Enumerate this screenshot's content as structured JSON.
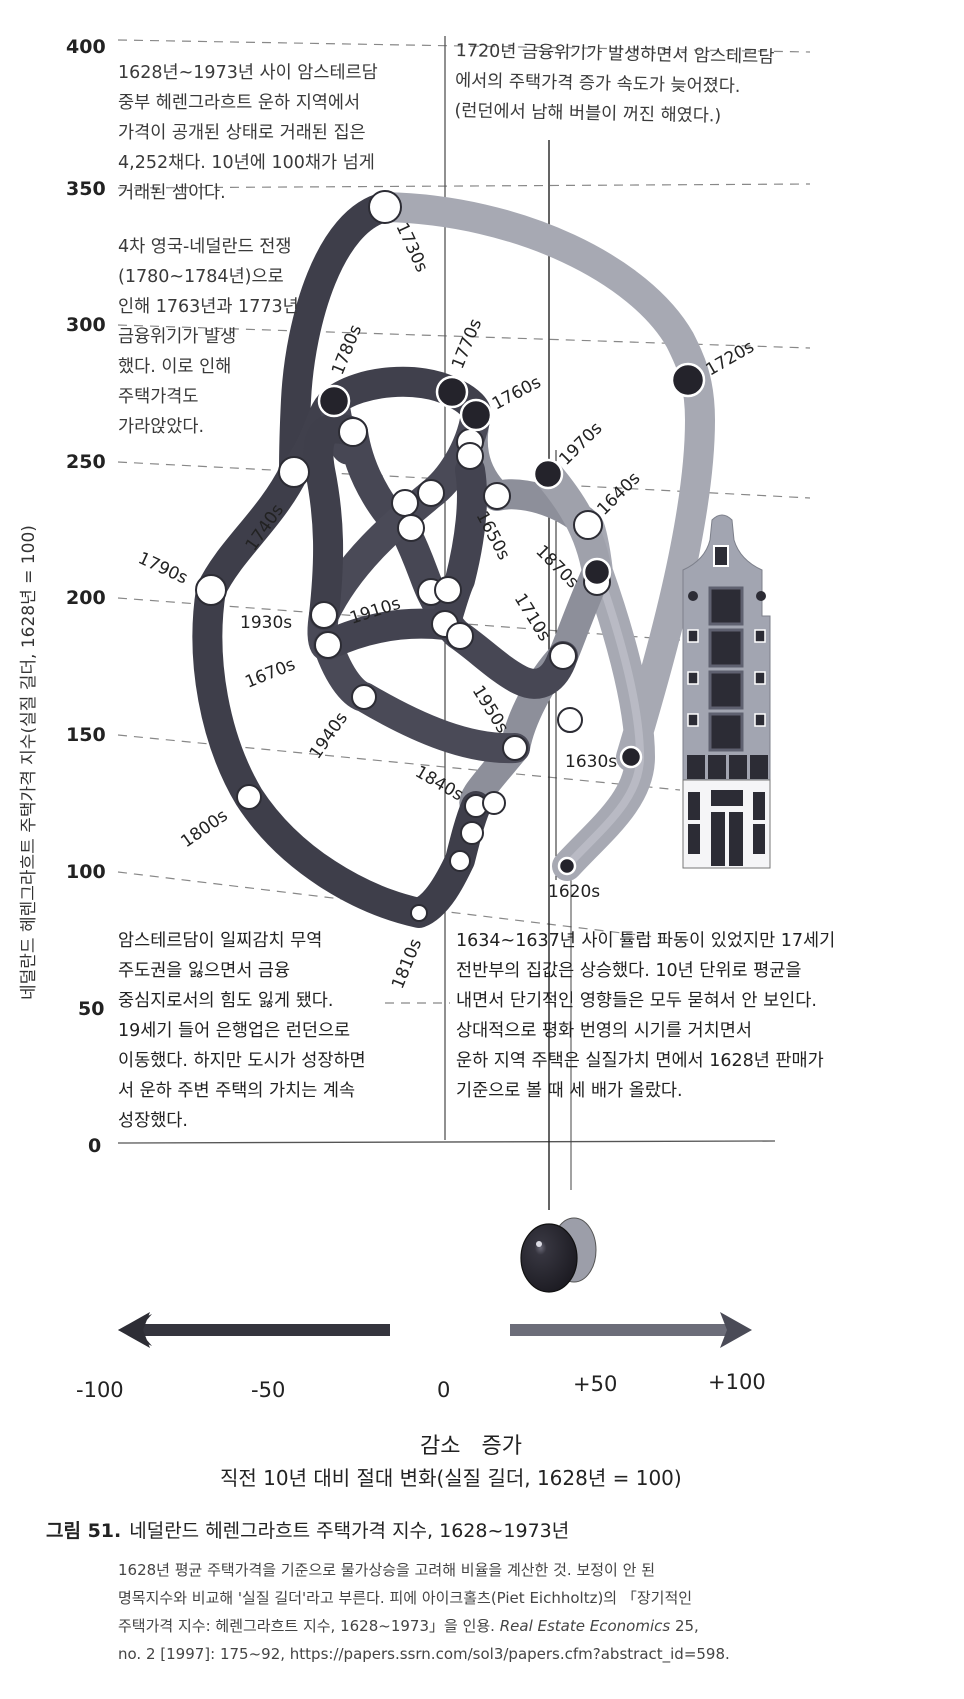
{
  "chart_data": {
    "type": "scatter",
    "subtype": "connected-scatter",
    "title": "네덜란드 헤렌그라흐트 주택가격 지수, 1628~1973년",
    "xlabel": "직전 10년 대비 절대 변화(실질 길더, 1628년 = 100)",
    "ylabel": "네덜란드 헤렌그라흐트 주택가격 지수(실질 길더, 1628년 = 100)",
    "xlim": [
      -100,
      100
    ],
    "ylim": [
      0,
      400
    ],
    "x_ticks": [
      "-100",
      "-50",
      "0",
      "+50",
      "+100"
    ],
    "y_ticks": [
      "0",
      "50",
      "100",
      "150",
      "200",
      "250",
      "300",
      "350",
      "400"
    ],
    "grid": "horizontal dashed at 100, 150, 200, 250, 300, 350, 400",
    "direction_labels": {
      "left": "감소",
      "right": "증가"
    },
    "points": [
      {
        "label": "1620s",
        "x": 38,
        "y": 102,
        "marker": "dark"
      },
      {
        "label": "1630s",
        "x": 58,
        "y": 142,
        "marker": "dark"
      },
      {
        "label": "1640s",
        "x": 45,
        "y": 227,
        "marker": "light"
      },
      {
        "label": "1650s",
        "x": 17,
        "y": 238,
        "marker": "light"
      },
      {
        "label": "1670s",
        "x": -38,
        "y": 182,
        "marker": "light"
      },
      {
        "label": "1710s",
        "x": 38,
        "y": 176,
        "marker": "light"
      },
      {
        "label": "1720s",
        "x": 77,
        "y": 281,
        "marker": "dark"
      },
      {
        "label": "1730s",
        "x": -19,
        "y": 346,
        "marker": "light"
      },
      {
        "label": "1740s",
        "x": -48,
        "y": 249,
        "marker": "light"
      },
      {
        "label": "1760s",
        "x": 10,
        "y": 269,
        "marker": "dark"
      },
      {
        "label": "1770s",
        "x": 2,
        "y": 277,
        "marker": "dark"
      },
      {
        "label": "1780s",
        "x": -35,
        "y": 273,
        "marker": "dark"
      },
      {
        "label": "1790s",
        "x": -74,
        "y": 204,
        "marker": "light"
      },
      {
        "label": "1800s",
        "x": -62,
        "y": 128,
        "marker": "light"
      },
      {
        "label": "1810s",
        "x": -8,
        "y": 87,
        "marker": "light"
      },
      {
        "label": "1840s",
        "x": 10,
        "y": 124,
        "marker": "light"
      },
      {
        "label": "1870s",
        "x": 48,
        "y": 210,
        "marker": "dark"
      },
      {
        "label": "1910s",
        "x": -5,
        "y": 202,
        "marker": "light"
      },
      {
        "label": "1930s",
        "x": -38,
        "y": 194,
        "marker": "light"
      },
      {
        "label": "1940s",
        "x": -25,
        "y": 164,
        "marker": "light"
      },
      {
        "label": "1950s",
        "x": 22,
        "y": 146,
        "marker": "light"
      },
      {
        "label": "1970s",
        "x": 32,
        "y": 246,
        "marker": "dark"
      }
    ],
    "annotations": [
      "1628년~1973년 사이 암스테르담 중부 헤렌그라흐트 운하 지역에서 가격이 공개된 상태로 거래된 집은 4,252채다. 10년에 100채가 넘게 거래된 셈이다.",
      "1720년 금융위기가 발생하면서 암스테르담에서의 주택가격 증가 속도가 늦어졌다. (런던에서 남해 버블이 꺼진 해였다.)",
      "4차 영국-네덜란드 전쟁(1780~1784년)으로 인해 1763년과 1773년 금융위기가 발생했다. 이로 인해 주택가격도 가라앉았다.",
      "암스테르담이 일찌감치 무역 주도권을 잃으면서 금융 중심지로서의 힘도 잃게 됐다. 19세기 들어 은행업은 런던으로 이동했다. 하지만 도시가 성장하면서 운하 주변 주택의 가치는 계속 성장했다.",
      "1634~1637년 사이 튤립 파동이 있었지만 17세기 전반부의 집값은 상승했다. 10년 단위로 평균을 내면서 단기적인 영향들은 모두 묻혀서 안 보인다. 상대적으로 평화 번영의 시기를 거치면서 운하 지역 주택은 실질가치 면에서 1628년 판매가 기준으로 볼 때 세 배가 올랐다."
    ]
  },
  "colors": {
    "early_path": "#a9abb4",
    "late_path": "#43434f",
    "dark_marker": "#24232b",
    "light_marker": "#ffffff",
    "text": "#2a2a2a",
    "house": "#9fa2ae"
  },
  "axis": {
    "ylabel": "네덜란드 헤렌그라흐트 주택가격 지수(실질 길더, 1628년 = 100)",
    "yticks": [
      "400",
      "350",
      "300",
      "250",
      "200",
      "150",
      "100",
      "50",
      "0"
    ],
    "xticks": [
      "-100",
      "-50",
      "0",
      "+50",
      "+100"
    ],
    "arrow_label": "감소   증가",
    "xlabel": "직전 10년 대비 절대 변화(실질 길더, 1628년 = 100)"
  },
  "annotations": {
    "top_left": "1628년~1973년 사이 암스테르담\n중부 헤렌그라흐트 운하 지역에서\n가격이 공개된 상태로 거래된 집은\n4,252채다. 10년에 100채가 넘게\n거래된 셈이다.",
    "top_right": "1720년 금융위기가 발생하면서 암스테르담\n에서의 주택가격 증가 속도가 늦어졌다.\n(런던에서 남해 버블이 꺼진 해였다.)",
    "left_mid": "4차 영국-네덜란드 전쟁\n(1780~1784년)으로\n인해 1763년과 1773년\n금융위기가 발생\n했다. 이로 인해\n주택가격도\n가라앉았다.",
    "bottom_left": "암스테르담이 일찌감치 무역\n주도권을 잃으면서 금융\n중심지로서의 힘도 잃게 됐다.\n19세기 들어 은행업은 런던으로\n이동했다. 하지만 도시가 성장하면\n서 운하 주변 주택의 가치는 계속\n성장했다.",
    "bottom_right": "1634~1637년 사이 튤립 파동이 있었지만 17세기\n전반부의 집값은 상승했다. 10년 단위로 평균을\n내면서 단기적인 영향들은 모두 묻혀서 안 보인다.\n상대적으로 평화 번영의 시기를 거치면서\n운하 지역 주택은 실질가치 면에서 1628년 판매가\n기준으로 볼 때 세 배가 올랐다."
  },
  "caption": {
    "number": "그림 51.",
    "title": "네덜란드 헤렌그라흐트 주택가격 지수, 1628~1973년",
    "lines": [
      "1628년 평균 주택가격을 기준으로 물가상승을 고려해 비율을 계산한 것. 보정이 안 된",
      "명목지수와 비교해 '실질 길더'라고 부른다. 피에 아이크홀츠(Piet Eichholtz)의 「장기적인",
      "주택가격 지수: 헤렌그라흐트 지수, 1628~1973」을 인용.",
      "no. 2 [1997]: 175~92, https://papers.ssrn.com/sol3/papers.cfm?abstract_id=598."
    ],
    "journal": "Real Estate Economics",
    "volume": "25,"
  }
}
